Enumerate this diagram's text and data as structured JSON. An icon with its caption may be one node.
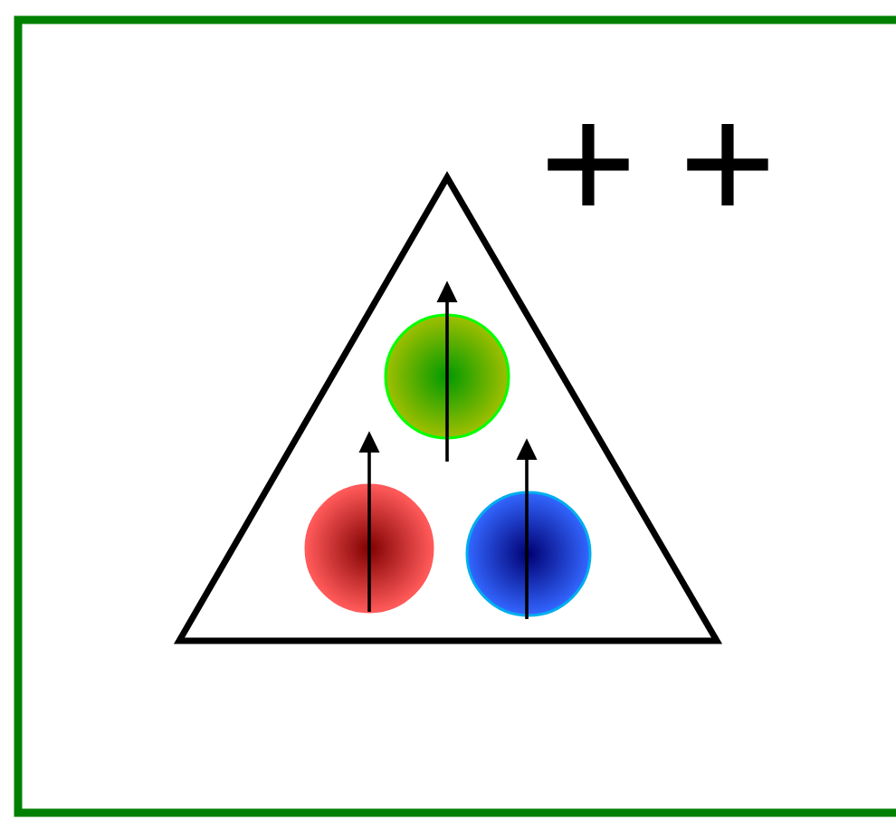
{
  "diagram": {
    "nodes": [
      {
        "text": [],
        "shape": "triangle"
      },
      {
        "text": [],
        "shape": "circle",
        "in": 0
      },
      {
        "text": [],
        "shape": "circle",
        "in": 0
      },
      {
        "text": [],
        "shape": "circle",
        "in": 0
      }
    ],
    "labels": [
      "+",
      "+"
    ]
  }
}
